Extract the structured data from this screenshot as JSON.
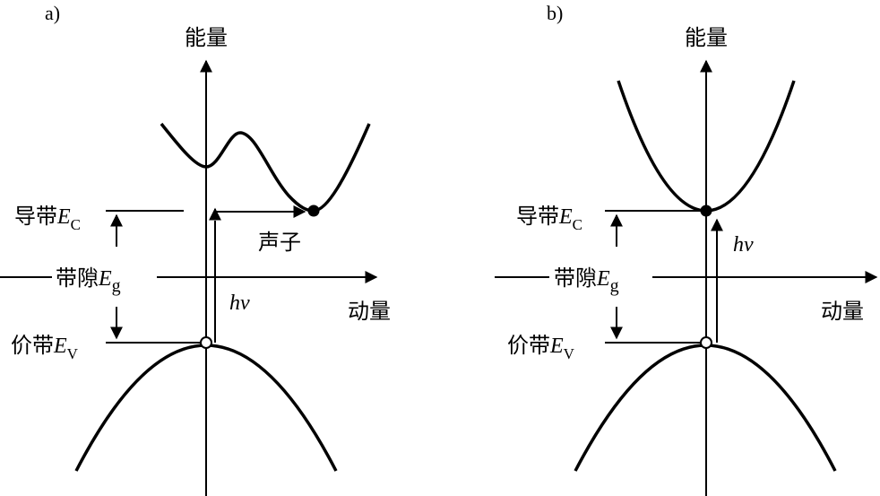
{
  "panel_a": {
    "label": "a)",
    "energy_label": "能量",
    "momentum_label": "动量",
    "conduction_band": {
      "prefix": "导带",
      "symbol": "E",
      "sub": "C"
    },
    "band_gap": {
      "prefix": "带隙",
      "symbol": "E",
      "sub": "g"
    },
    "valence_band": {
      "prefix": "价带",
      "symbol": "E",
      "sub": "V"
    },
    "photon_label": "hv",
    "phonon_label": "声子"
  },
  "panel_b": {
    "label": "b)",
    "energy_label": "能量",
    "momentum_label": "动量",
    "conduction_band": {
      "prefix": "导带",
      "symbol": "E",
      "sub": "C"
    },
    "band_gap": {
      "prefix": "带隙",
      "symbol": "E",
      "sub": "g"
    },
    "valence_band": {
      "prefix": "价带",
      "symbol": "E",
      "sub": "V"
    },
    "photon_label": "hv"
  },
  "colors": {
    "ink": "#000000",
    "background": "#ffffff"
  }
}
